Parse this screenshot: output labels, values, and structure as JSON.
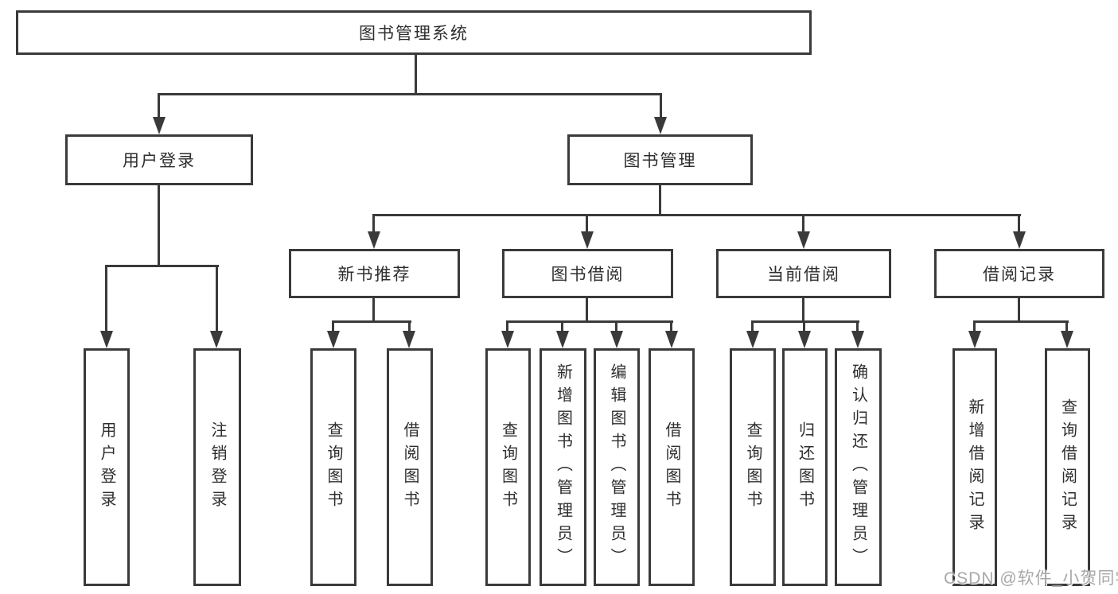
{
  "diagram": {
    "root": {
      "label": "图书管理系统"
    },
    "level2": [
      {
        "label": "用户登录"
      },
      {
        "label": "图书管理"
      }
    ],
    "level3": [
      {
        "label": "新书推荐"
      },
      {
        "label": "图书借阅"
      },
      {
        "label": "当前借阅"
      },
      {
        "label": "借阅记录"
      }
    ],
    "leaves": {
      "login": [
        {
          "label": "用户登录"
        },
        {
          "label": "注销登录"
        }
      ],
      "newbook": [
        {
          "label": "查询图书"
        },
        {
          "label": "借阅图书"
        }
      ],
      "borrow": [
        {
          "label": "查询图书"
        },
        {
          "label": "新增图书（管理员）"
        },
        {
          "label": "编辑图书（管理员）"
        },
        {
          "label": "借阅图书"
        }
      ],
      "current": [
        {
          "label": "查询图书"
        },
        {
          "label": "归还图书"
        },
        {
          "label": "确认归还（管理员）"
        }
      ],
      "records": [
        {
          "label": "新增借阅记录"
        },
        {
          "label": "查询借阅记录"
        }
      ]
    }
  },
  "watermark": {
    "text": "CSDN @软件_小贺同学"
  },
  "colors": {
    "line": "#3a3a3a",
    "text": "#2e2e2e",
    "background": "#ffffff",
    "watermark": "#a8a8a8"
  }
}
